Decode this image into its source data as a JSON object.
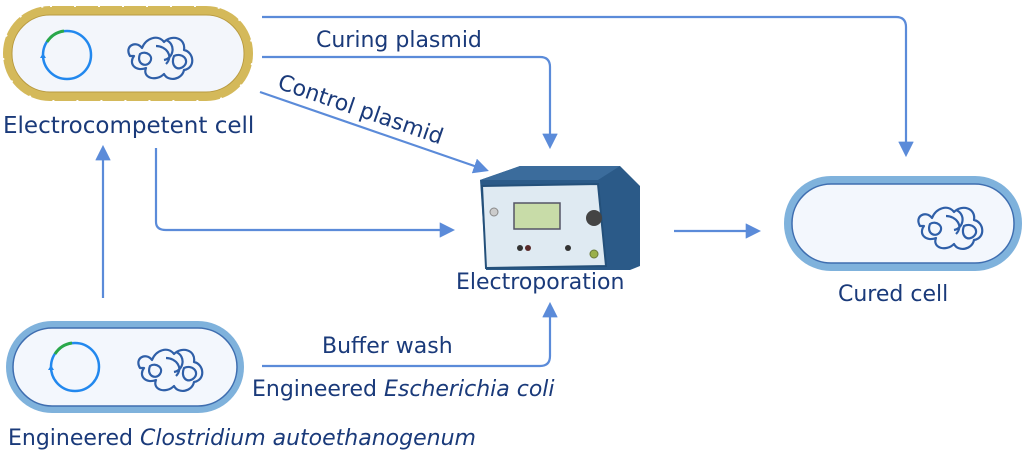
{
  "diagram": {
    "nodes": {
      "electrocompetent_cell": {
        "label": "Electrocompetent cell",
        "has_plasmid": true,
        "wall_color": "#d4b95a"
      },
      "electroporation": {
        "label": "Electroporation"
      },
      "cured_cell": {
        "label": "Cured cell",
        "has_plasmid": false
      },
      "engineered_cell": {
        "has_plasmid": true
      }
    },
    "labels": {
      "curing_plasmid": "Curing plasmid",
      "control_plasmid": "Control plasmid",
      "buffer_wash": "Buffer wash",
      "ecoli_prefix": "Engineered ",
      "ecoli_species": "Escherichia coli",
      "clostridium_prefix": "Engineered ",
      "clostridium_species": "Clostridium autoethanogenum"
    },
    "colors": {
      "arrow": "#5b8bd9",
      "text": "#1a3a7a",
      "cell_border": "#7fb2dc",
      "plasmid": "#2288ee",
      "plasmid_marker": "#2aa84a",
      "chromosome": "#2f5fa8",
      "device_body": "#2b5a88",
      "device_panel": "#dfeaf2",
      "device_screen": "#c8dca8"
    },
    "edges": [
      {
        "from": "electrocompetent_cell",
        "to": "cured_cell"
      },
      {
        "from": "curing_plasmid",
        "to": "electroporation"
      },
      {
        "from": "control_plasmid",
        "to": "electroporation"
      },
      {
        "from": "electrocompetent_cell",
        "to": "electroporation"
      },
      {
        "from": "electroporation",
        "to": "cured_cell"
      },
      {
        "from": "engineered_cell",
        "to": "electrocompetent_cell"
      },
      {
        "from": "buffer_wash",
        "to": "electroporation"
      }
    ]
  }
}
